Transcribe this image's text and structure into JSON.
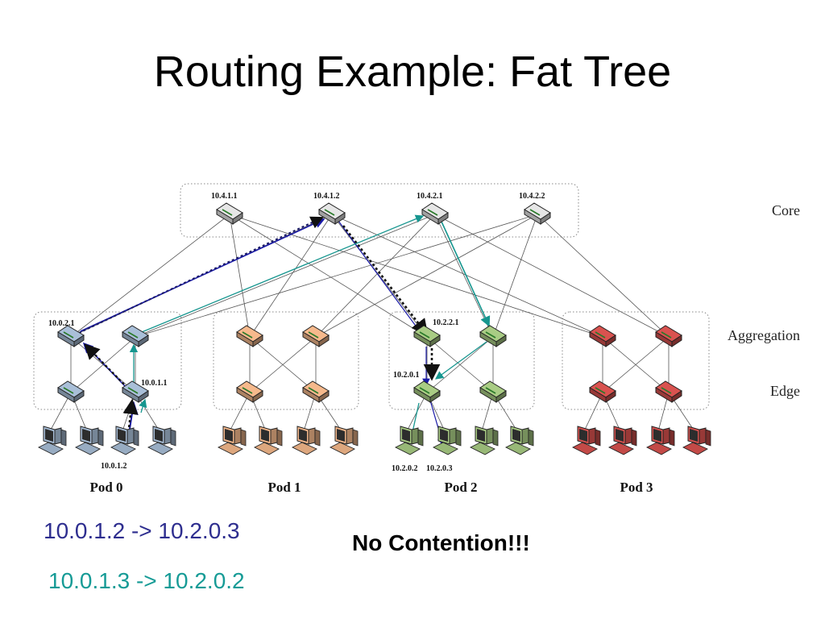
{
  "slide": {
    "title": "Routing Example: Fat Tree",
    "route_1": "10.0.1.2 -> 10.2.0.3",
    "route_2": "10.0.1.3 -> 10.2.0.2",
    "note": "No Contention!!!"
  },
  "diagram": {
    "layers": {
      "core": "Core",
      "aggregation": "Aggregation",
      "edge": "Edge"
    },
    "core_labels": [
      "10.4.1.1",
      "10.4.1.2",
      "10.4.2.1",
      "10.4.2.2"
    ],
    "pods": [
      "Pod 0",
      "Pod 1",
      "Pod 2",
      "Pod 3"
    ],
    "address_labels": {
      "pod0_aggregation": "10.0.2.1",
      "pod0_edge": "10.0.1.1",
      "pod0_host": "10.0.1.2",
      "pod2_aggregation": "10.2.2.1",
      "pod2_edge": "10.2.0.1",
      "pod2_host_a": "10.2.0.2",
      "pod2_host_b": "10.2.0.3"
    },
    "colors": {
      "pod_0": "#a9bfd8",
      "pod_1": "#f6b98c",
      "pod_2": "#a9cc84",
      "pod_3": "#d9524f",
      "core": "#e6e6e6",
      "route_1": "#1a1aa8",
      "route_2": "#16968f",
      "route_1_text": "#2e2e8f",
      "route_2_text": "#169b96"
    }
  }
}
